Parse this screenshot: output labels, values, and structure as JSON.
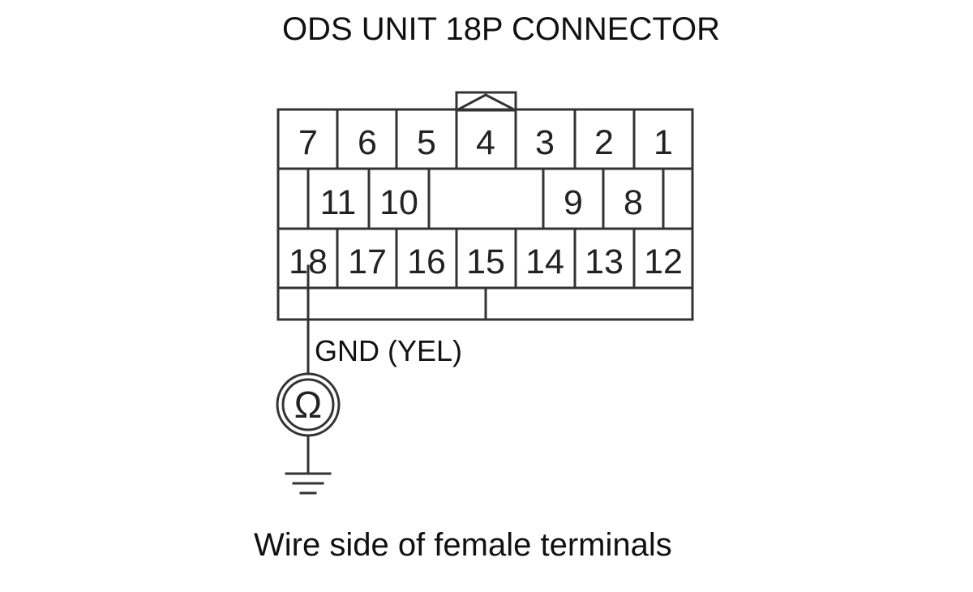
{
  "title": "ODS UNIT 18P CONNECTOR",
  "caption": "Wire side of female terminals",
  "wire_label": "GND (YEL)",
  "meter_symbol": "Ω",
  "pins": {
    "row1": [
      "7",
      "6",
      "5",
      "4",
      "3",
      "2",
      "1"
    ],
    "row2_left": [
      "11",
      "10"
    ],
    "row2_right": [
      "9",
      "8"
    ],
    "row3": [
      "18",
      "17",
      "16",
      "15",
      "14",
      "13",
      "12"
    ]
  },
  "icons": {
    "meter": "ohmmeter-icon",
    "ground": "ground-icon",
    "latch": "connector-latch-icon"
  },
  "colors": {
    "line": "#333333",
    "cavity_fill": "#ffffff",
    "text": "#111111"
  }
}
